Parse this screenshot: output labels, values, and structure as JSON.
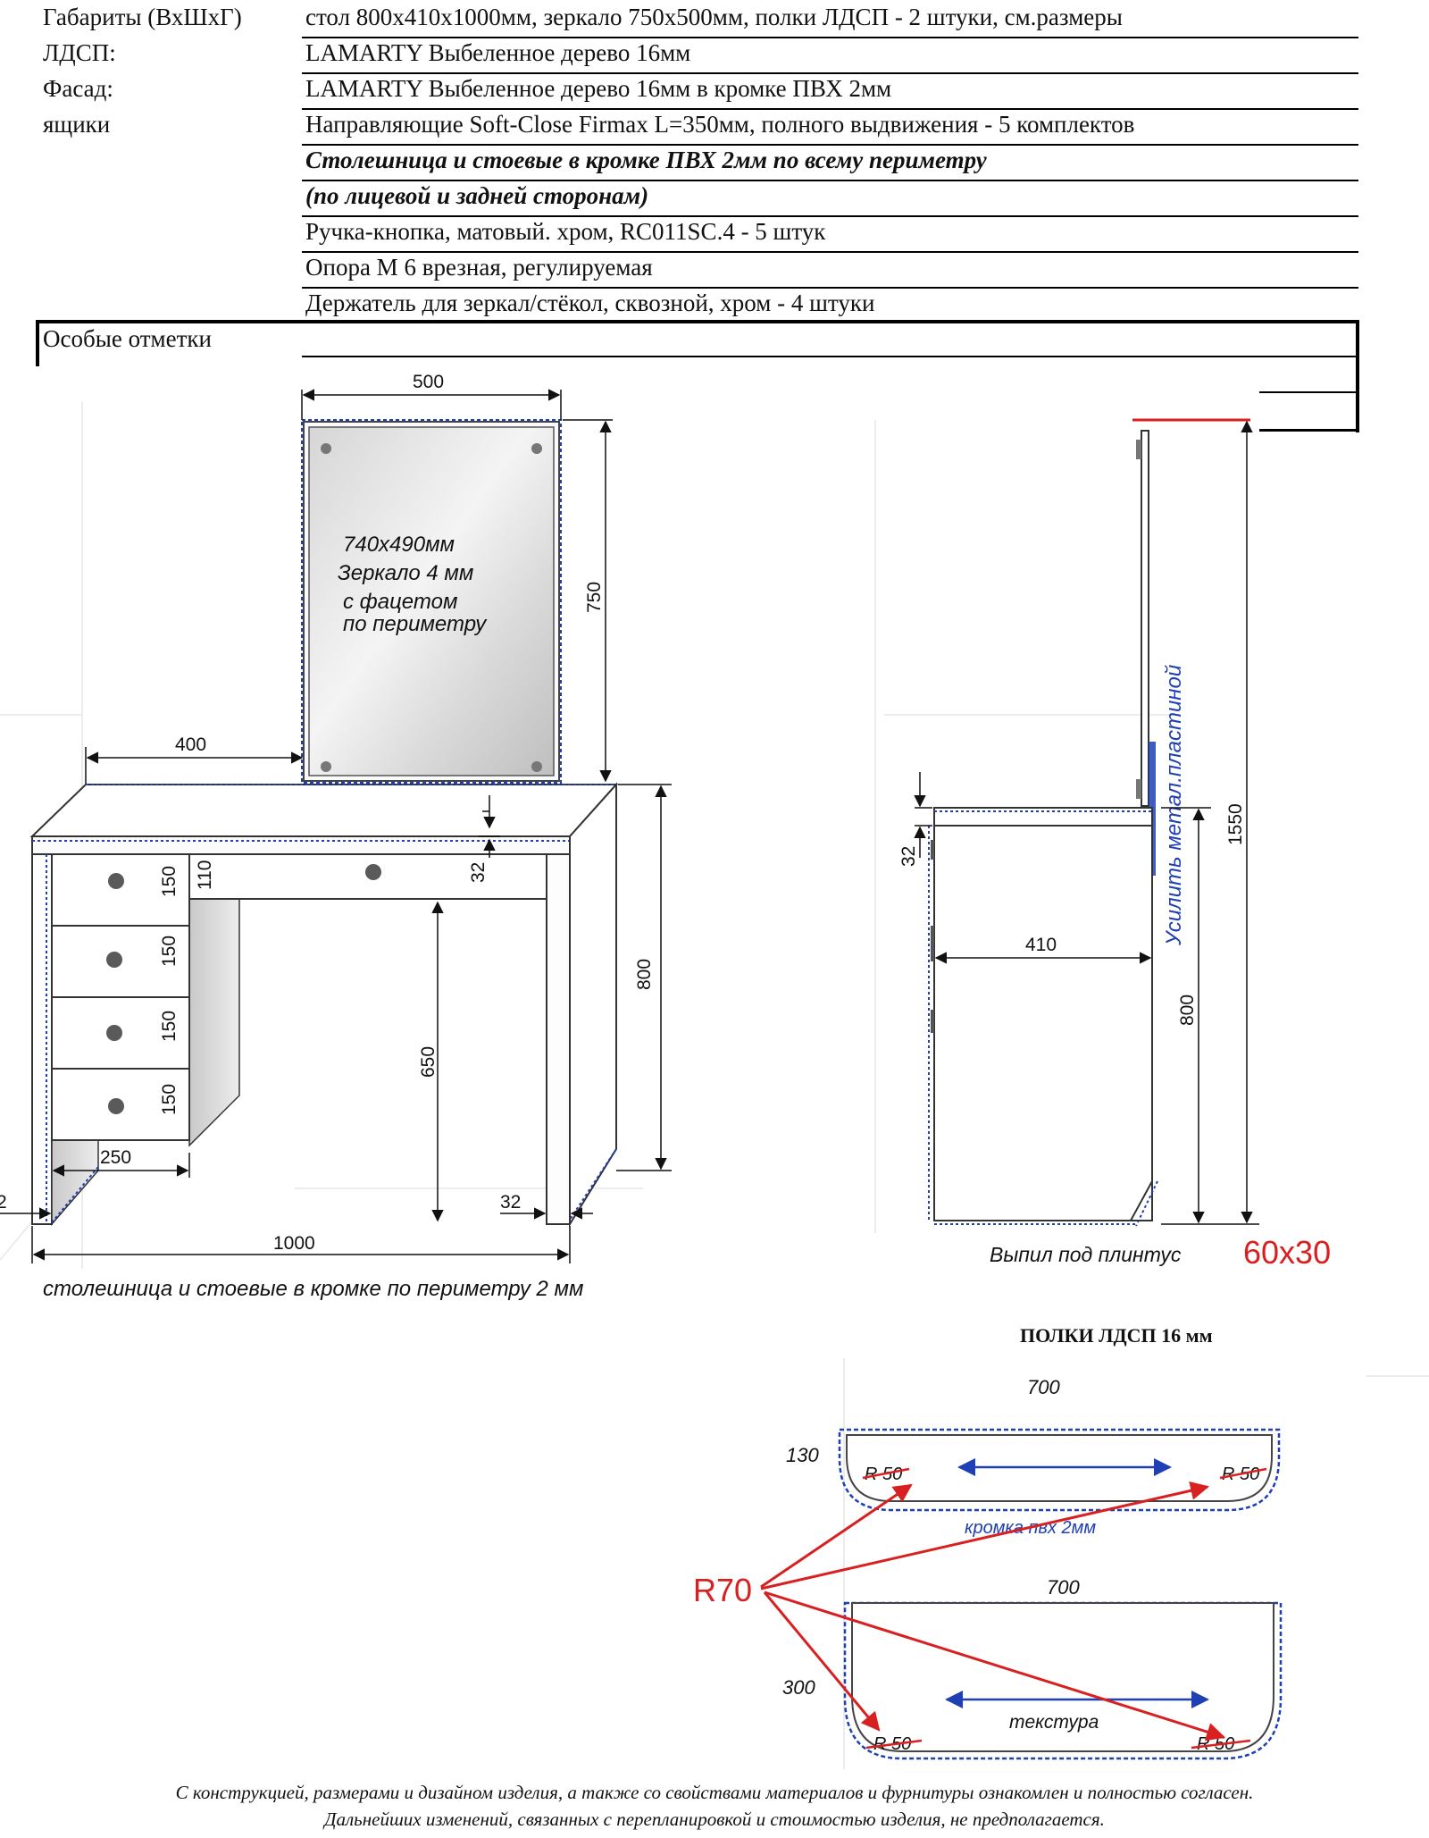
{
  "spec_table": {
    "rows": [
      {
        "label": "Габариты (ВхШхГ)",
        "value": "стол 800х410х1000мм, зеркало 750х500мм, полки ЛДСП - 2 штуки, см.размеры"
      },
      {
        "label": "ЛДСП:",
        "value": " LAMARTY Выбеленное дерево 16мм"
      },
      {
        "label": "Фасад:",
        "value": " LAMARTY Выбеленное дерево 16мм в кромке ПВХ 2мм"
      },
      {
        "label": "ящики",
        "value": "Направляющие Soft-Close Firmax L=350мм, полного выдвижения - 5 комплектов"
      },
      {
        "label": "",
        "value": "Столешница и стоевые в кромке ПВХ 2мм  по всему периметру"
      },
      {
        "label": "",
        "value": "(по лицевой и задней сторонам)"
      },
      {
        "label": "",
        "value": "Ручка-кнопка, матовый. хром, RC011SC.4 - 5 штук"
      },
      {
        "label": "",
        "value": "Опора М 6 врезная, регулируемая"
      },
      {
        "label": "",
        "value": "Держатель для зеркал/стёкол, сквозной, хром - 4 штуки"
      }
    ],
    "notes_label": "Особые отметки"
  },
  "front_view": {
    "mirror_width": "500",
    "mirror_height": "750",
    "mirror_text": [
      "740х490мм",
      "Зеркало 4 мм",
      "с фацетом",
      "по периметру"
    ],
    "offset_400": "400",
    "drawer_heights": [
      "150",
      "150",
      "150",
      "150"
    ],
    "center_drawer_height": "110",
    "top_thickness": "32",
    "leg_thickness": "32",
    "knee_height": "650",
    "total_height": "800",
    "pedestal_width": "250",
    "total_width": "1000",
    "cut_label": "2",
    "edge_note": "столешница и стоевые в кромке по периметру 2 мм"
  },
  "side_view": {
    "depth": "410",
    "top_thickness": "32",
    "table_height": "800",
    "total_height": "1550",
    "reinforce_note": "Усилить метал.пластиной",
    "plinth_label": "Выпил под плинтус",
    "plinth_size": "60х30"
  },
  "shelves": {
    "title": "ПОЛКИ ЛДСП 16 мм",
    "shelf1_width": "700",
    "shelf1_depth": "130",
    "shelf2_width": "700",
    "shelf2_depth": "300",
    "radius_small": "R 50",
    "radius_big": "R70",
    "edge_label": "кромка пвх 2мм",
    "texture_label": "текстура"
  },
  "colors": {
    "edge_blue": "#1f3fb4",
    "accent_red": "#d92020",
    "line": "#111111"
  },
  "footer": {
    "line1": "С конструкцией, размерами и дизайном изделия, а также со свойствами материалов и фурнитуры ознакомлен и полностью согласен.",
    "line2": "Дальнейших изменений, связанных с перепланировкой и стоимостью изделия, не предполагается."
  }
}
